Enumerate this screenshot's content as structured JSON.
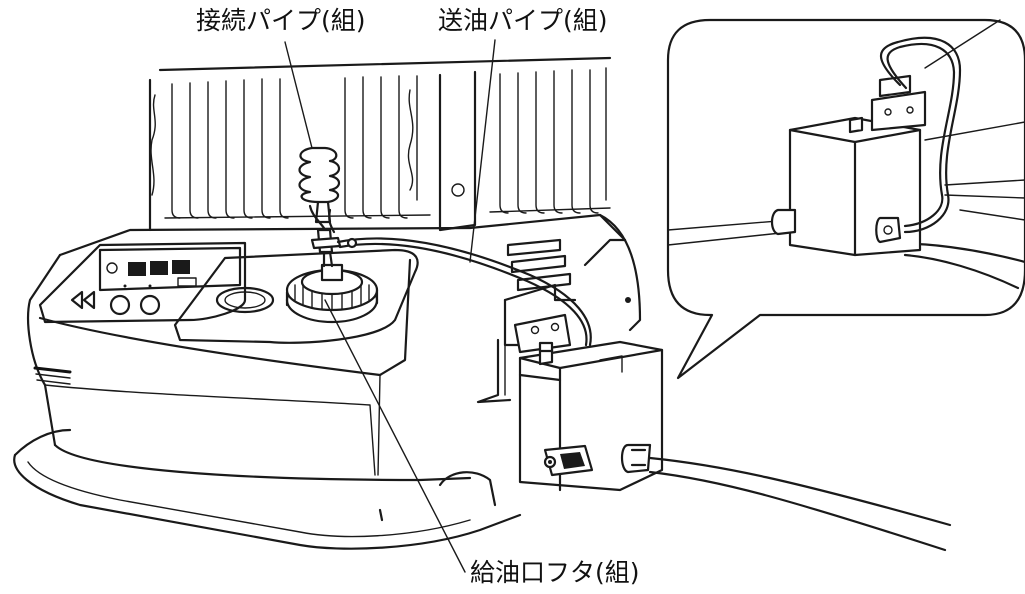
{
  "labels": {
    "connecting_pipe": "接続パイプ(組)",
    "oil_feed_pipe": "送油パイプ(組)",
    "fuel_cap": "給油口フタ(組)"
  }
}
